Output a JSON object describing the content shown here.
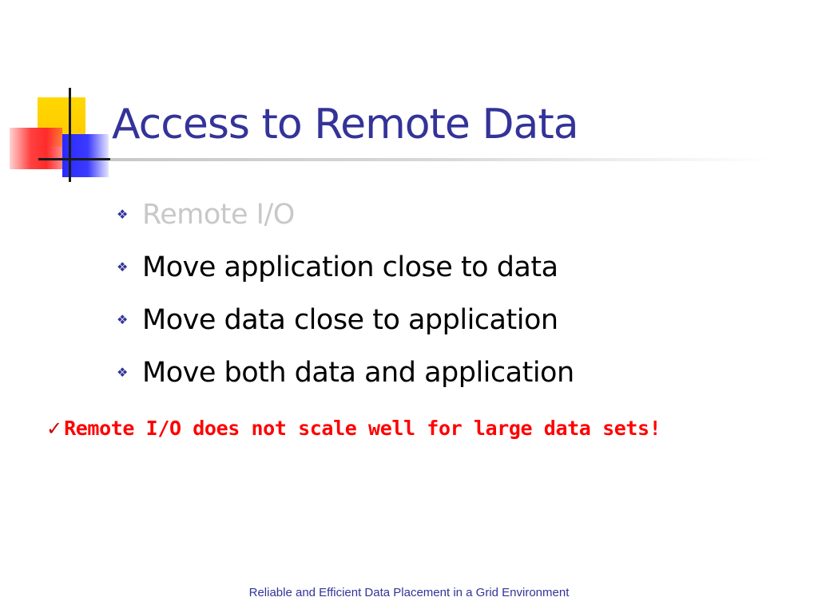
{
  "slide": {
    "title": "Access to Remote Data",
    "bullet_icon": "diamond-cluster-bullet-icon",
    "bullets": [
      {
        "text": "Remote I/O",
        "style": "dimmed"
      },
      {
        "text": "Move application close to data",
        "style": "normal"
      },
      {
        "text": "Move data close to application",
        "style": "normal"
      },
      {
        "text": "Move both data and application",
        "style": "normal"
      }
    ],
    "callout": {
      "check_icon": "checkmark-icon",
      "text": "Remote I/O does not scale well for large data sets!"
    },
    "footer": "Reliable and Efficient Data Placement in a Grid Environment"
  },
  "colors": {
    "title": "#333399",
    "bullet_text": "#000000",
    "dimmed_text": "#c8c8c8",
    "callout": "#ff0000",
    "footer": "#333399",
    "logo_yellow": "#ffcc00",
    "logo_red": "#ff3333",
    "logo_blue": "#3333ff"
  }
}
